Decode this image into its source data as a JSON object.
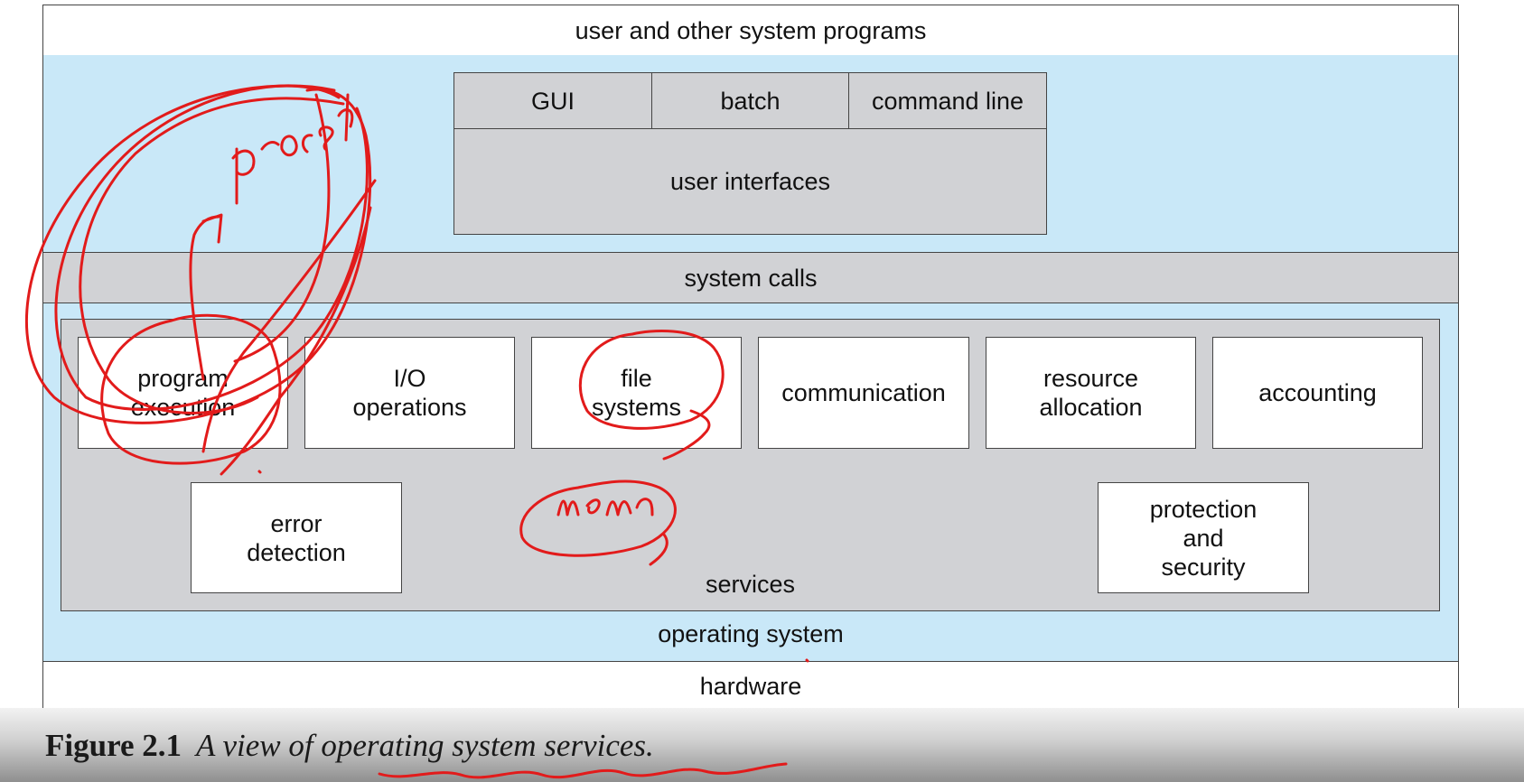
{
  "diagram": {
    "user_programs": "user and other system programs",
    "ui_tabs": [
      "GUI",
      "batch",
      "command line"
    ],
    "user_interfaces": "user interfaces",
    "system_calls": "system calls",
    "services_row1": [
      [
        "program",
        "execution"
      ],
      [
        "I/O",
        "operations"
      ],
      [
        "file",
        "systems"
      ],
      [
        "communication"
      ],
      [
        "resource",
        "allocation"
      ],
      [
        "accounting"
      ]
    ],
    "services_row2": {
      "error_detection": [
        "error",
        "detection"
      ],
      "protection_security": [
        "protection",
        "and",
        "security"
      ]
    },
    "services_label": "services",
    "operating_system": "operating system",
    "hardware": "hardware"
  },
  "caption": {
    "number": "Figure 2.1",
    "text": "A view of operating system services."
  },
  "colors": {
    "os_background": "#c9e8f8",
    "box_gray": "#d1d2d5",
    "annotation_ink": "#e21b1b"
  },
  "annotations": {
    "handwritten": [
      "process",
      "Mem"
    ]
  }
}
